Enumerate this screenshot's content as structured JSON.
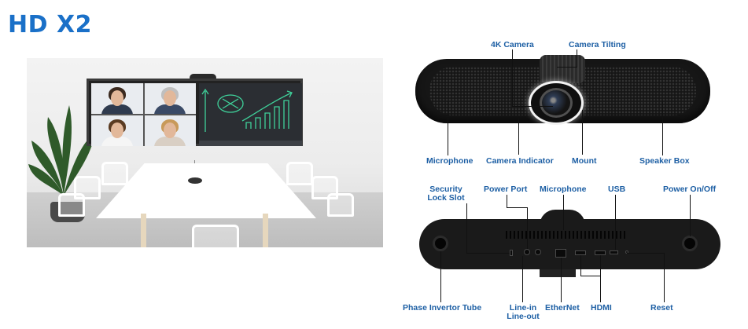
{
  "product": {
    "title": "HD X2"
  },
  "colors": {
    "title": "#1a70c8",
    "label": "#1d5fa4"
  },
  "front_labels": {
    "camera_4k": "4K Camera",
    "camera_tilting": "Camera Tilting",
    "microphone": "Microphone",
    "camera_indicator": "Camera Indicator",
    "mount": "Mount",
    "speaker_box": "Speaker Box"
  },
  "back_labels": {
    "security_lock_slot_1": "Security",
    "security_lock_slot_2": "Lock Slot",
    "power_port": "Power Port",
    "microphone": "Microphone",
    "usb": "USB",
    "power_on_off": "Power On/Off",
    "phase_invertor_tube": "Phase Invertor Tube",
    "line_in": "Line-in",
    "line_out": "Line-out",
    "ethernet": "EtherNet",
    "hdmi": "HDMI",
    "reset": "Reset"
  }
}
